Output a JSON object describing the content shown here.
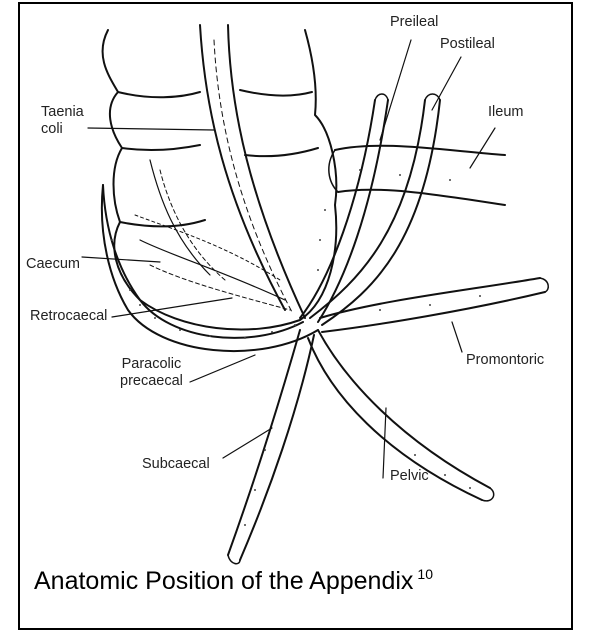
{
  "figure": {
    "labels": {
      "preileal": "Preileal",
      "postileal": "Postileal",
      "ileum": "Ileum",
      "taenia_coli": "Taenia\ncoli",
      "caecum": "Caecum",
      "retrocaecal": "Retrocaecal",
      "promontoric": "Promontoric",
      "paracolic_precaecal": "Paracolic\nprecaecal",
      "subcaecal": "Subcaecal",
      "pelvic": "Pelvic"
    },
    "caption": "Anatomic Position of the Appendix",
    "reference": "10",
    "colors": {
      "line": "#111111",
      "stipple": "#444444",
      "background": "#ffffff"
    }
  }
}
